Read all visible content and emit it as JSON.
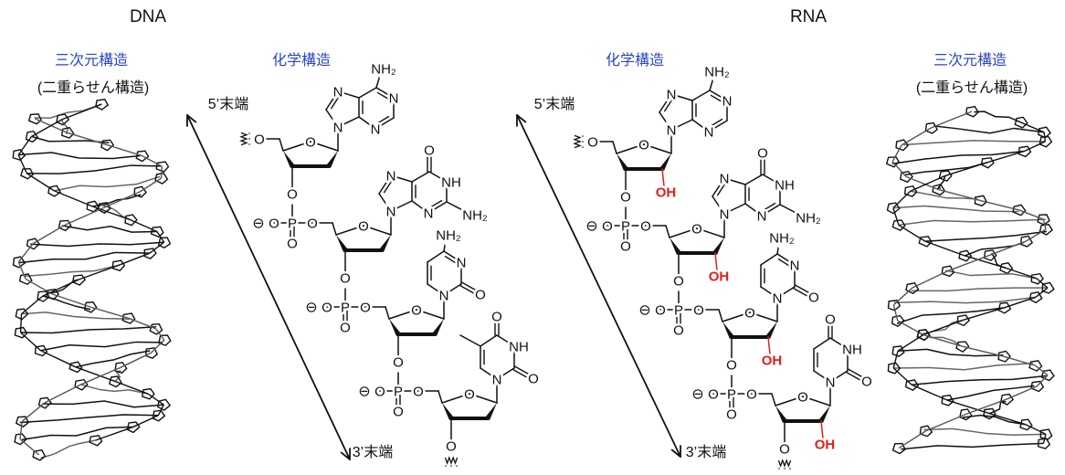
{
  "dna": {
    "title": "DNA",
    "structure3d_label": "三次元構造",
    "structure3d_sub": "(二重らせん構造)",
    "chemical_label": "化学構造",
    "five_prime": "5’末端",
    "three_prime": "3’末端",
    "bases": [
      "A",
      "G",
      "C",
      "T"
    ]
  },
  "rna": {
    "title": "RNA",
    "structure3d_label": "三次元構造",
    "structure3d_sub": "(二重らせん構造)",
    "chemical_label": "化学構造",
    "five_prime": "5’末端",
    "three_prime": "3’末端",
    "bases": [
      "A",
      "G",
      "C",
      "U"
    ]
  },
  "atoms": {
    "O": "O",
    "N": "N",
    "NH": "NH",
    "NH2": "NH₂",
    "P": "P",
    "OH": "OH",
    "minus": "⊖"
  },
  "colors": {
    "accent_blue": "#2b45c4",
    "hydroxyl_red": "#e0201b",
    "ink": "#111111"
  }
}
